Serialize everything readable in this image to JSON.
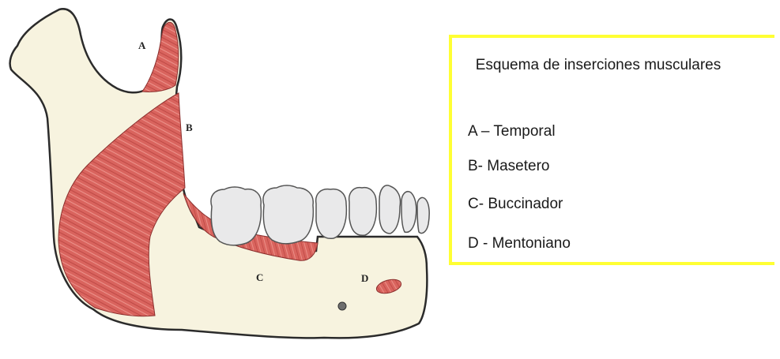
{
  "figure": {
    "labels": {
      "A": "A",
      "B": "B",
      "C": "C",
      "D": "D"
    },
    "colors": {
      "bone_fill": "#f7f3df",
      "bone_stroke": "#2b2b2b",
      "muscle_fill": "#d9645e",
      "muscle_dark": "#b8423f",
      "tooth_fill": "#e9e9ea",
      "tooth_shade": "#b9b9bb",
      "accent_border": "#ffff33"
    }
  },
  "legend": {
    "title": "Esquema de inserciones musculares",
    "items": [
      {
        "label": "A – Temporal"
      },
      {
        "label": "B- Masetero"
      },
      {
        "label": "C- Buccinador"
      },
      {
        "label": "D - Mentoniano"
      }
    ]
  }
}
